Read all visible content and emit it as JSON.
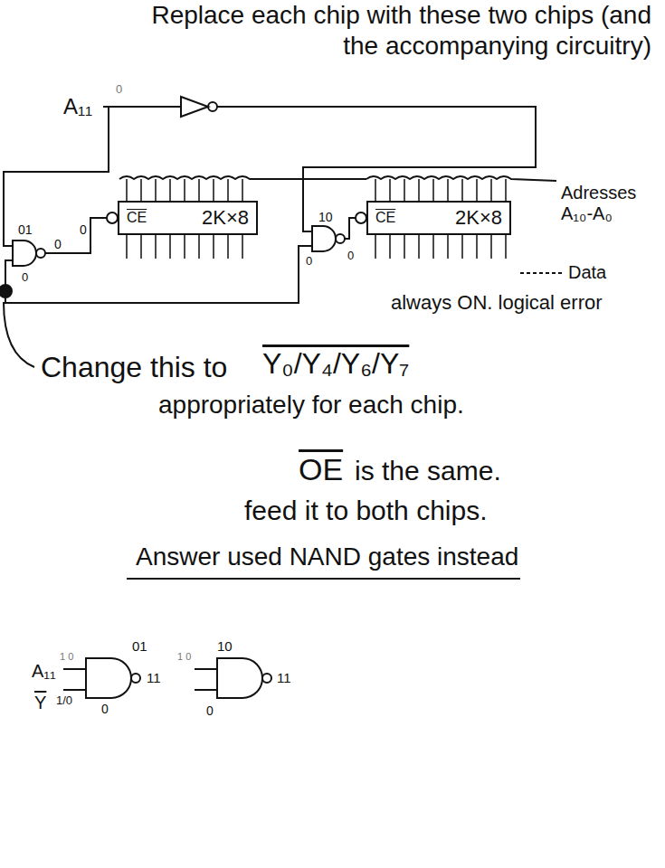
{
  "diagram": {
    "title": "Replace each chip with these two chips (and the accompanying circuitry)",
    "nodes": [
      {
        "text": [
          "CE",
          "2K×8"
        ]
      },
      {
        "text": [
          "CE",
          "2K×8"
        ]
      }
    ],
    "labels": [
      "A₁₁",
      "0",
      "01",
      "0",
      "0",
      "0",
      "10",
      "0",
      "0",
      "Adresses A₁₀-A₀",
      "Data",
      "always ON. logical error",
      "Change this to",
      "Y₀/Y₄/Y₆/Y₇",
      "appropriately for each chip.",
      "OE",
      "is the same.",
      "feed it to both chips.",
      "Answer used NAND gates instead",
      "A₁₁",
      "1 0",
      "Y",
      "1/0",
      "01",
      "0",
      "11",
      "10",
      "0",
      "11",
      "1 0"
    ]
  }
}
